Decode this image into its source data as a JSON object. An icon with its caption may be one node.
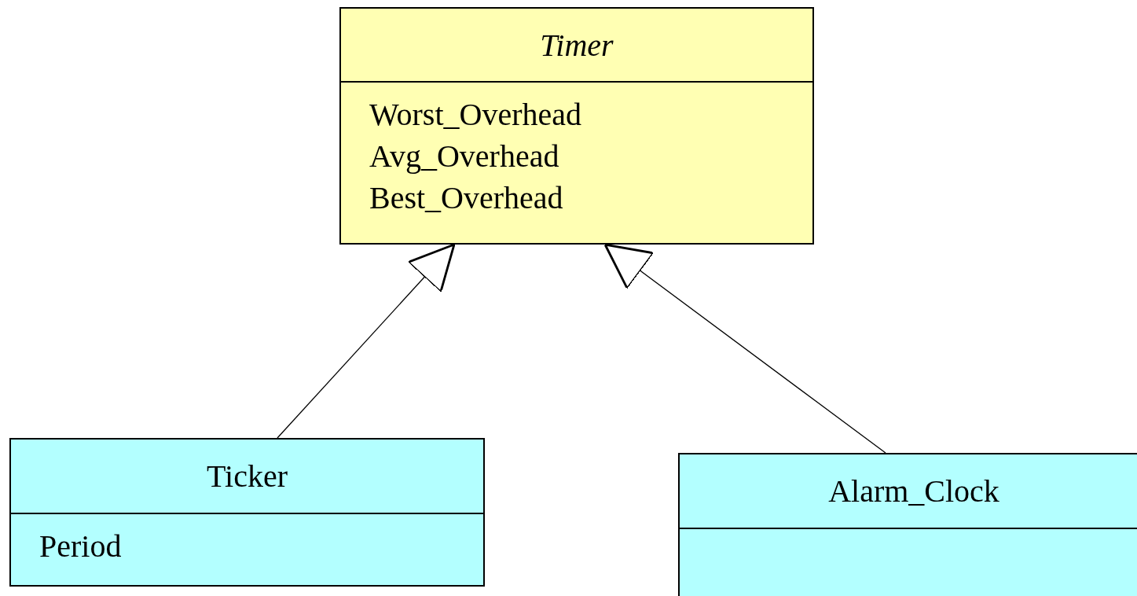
{
  "diagram": {
    "nodes": [
      {
        "text": [
          "Timer",
          "Worst_Overhead",
          "Avg_Overhead",
          "Best_Overhead"
        ]
      },
      {
        "text": [
          "Ticker",
          "Period"
        ]
      },
      {
        "text": [
          "Alarm_Clock"
        ]
      }
    ],
    "edges": [
      {
        "from": 1,
        "to": 0,
        "arrow": "to"
      },
      {
        "from": 2,
        "to": 0,
        "arrow": "to"
      }
    ]
  }
}
